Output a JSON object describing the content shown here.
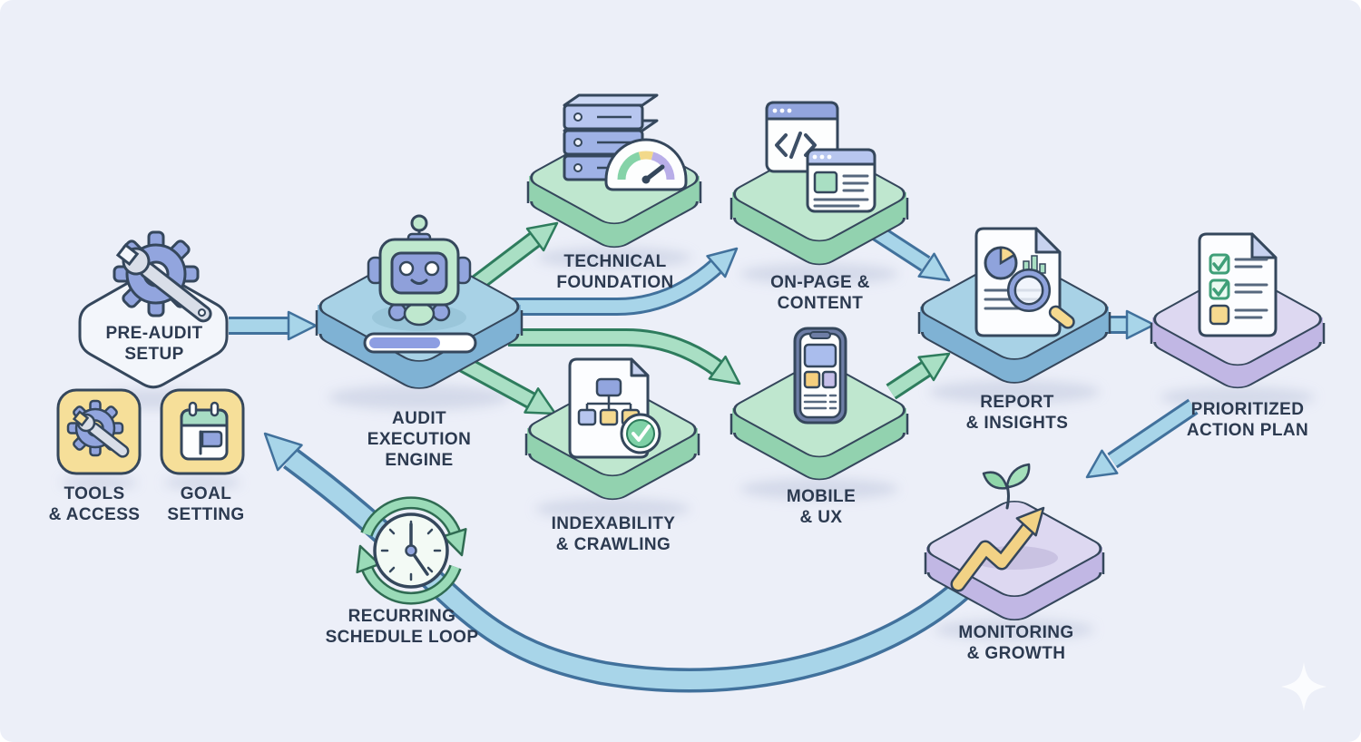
{
  "diagram": {
    "type": "workflow-flowchart",
    "nodes": {
      "pre_audit": {
        "label": [
          "PRE-AUDIT",
          "SETUP"
        ],
        "icon": "gear-wrench-icon"
      },
      "tools_access": {
        "label": [
          "TOOLS",
          "& ACCESS"
        ],
        "icon": "gear-wrench-badge-icon"
      },
      "goal_setting": {
        "label": [
          "GOAL",
          "SETTING"
        ],
        "icon": "calendar-flag-icon"
      },
      "audit_engine": {
        "label": [
          "AUDIT",
          "EXECUTION",
          "ENGINE"
        ],
        "icon": "robot-icon"
      },
      "technical_foundation": {
        "label": [
          "TECHNICAL",
          "FOUNDATION"
        ],
        "icon": "server-stack-gauge-icon"
      },
      "on_page_content": {
        "label": [
          "ON-PAGE &",
          "CONTENT"
        ],
        "icon": "browser-code-windows-icon"
      },
      "indexability_crawling": {
        "label": [
          "INDEXABILITY",
          "& CRAWLING"
        ],
        "icon": "sitemap-document-check-icon"
      },
      "mobile_ux": {
        "label": [
          "MOBILE",
          "& UX"
        ],
        "icon": "smartphone-icon"
      },
      "report_insights": {
        "label": [
          "REPORT",
          "& INSIGHTS"
        ],
        "icon": "report-document-magnifier-icon"
      },
      "action_plan": {
        "label": [
          "PRIORITIZED",
          "ACTION PLAN"
        ],
        "icon": "checklist-document-icon"
      },
      "monitoring_growth": {
        "label": [
          "MONITORING",
          "& GROWTH"
        ],
        "icon": "growth-arrow-sprout-icon"
      },
      "recurring_loop": {
        "label": [
          "RECURRING",
          "SCHEDULE LOOP"
        ],
        "icon": "clock-refresh-icon"
      }
    },
    "edges": [
      {
        "from": "pre_audit",
        "to": "audit_engine",
        "color": "blue"
      },
      {
        "from": "audit_engine",
        "to": "technical_foundation",
        "color": "green"
      },
      {
        "from": "audit_engine",
        "to": "on_page_content",
        "color": "blue"
      },
      {
        "from": "audit_engine",
        "to": "mobile_ux",
        "color": "green"
      },
      {
        "from": "audit_engine",
        "to": "indexability_crawling",
        "color": "green"
      },
      {
        "from": "on_page_content",
        "to": "report_insights",
        "color": "blue"
      },
      {
        "from": "mobile_ux",
        "to": "report_insights",
        "color": "green"
      },
      {
        "from": "report_insights",
        "to": "action_plan",
        "color": "blue"
      },
      {
        "from": "action_plan",
        "to": "monitoring_growth",
        "color": "blue"
      },
      {
        "from": "monitoring_growth",
        "to": "recurring_loop",
        "color": "blue"
      },
      {
        "from": "recurring_loop",
        "to": "pre_audit",
        "color": "blue"
      }
    ],
    "decorations": {
      "sparkle": "sparkle-icon"
    },
    "colors": {
      "background": "#eceff8",
      "outline": "#35475c",
      "text": "#2c3a50",
      "platform_green": "#bfe7cf",
      "platform_blue": "#a8d2e6",
      "platform_purple": "#ddd8f1",
      "arrow_blue": "#a8d5e9",
      "arrow_green": "#a9dfc4",
      "accent_yellow": "#f6df99",
      "icon_blue": "#92a5de"
    }
  }
}
